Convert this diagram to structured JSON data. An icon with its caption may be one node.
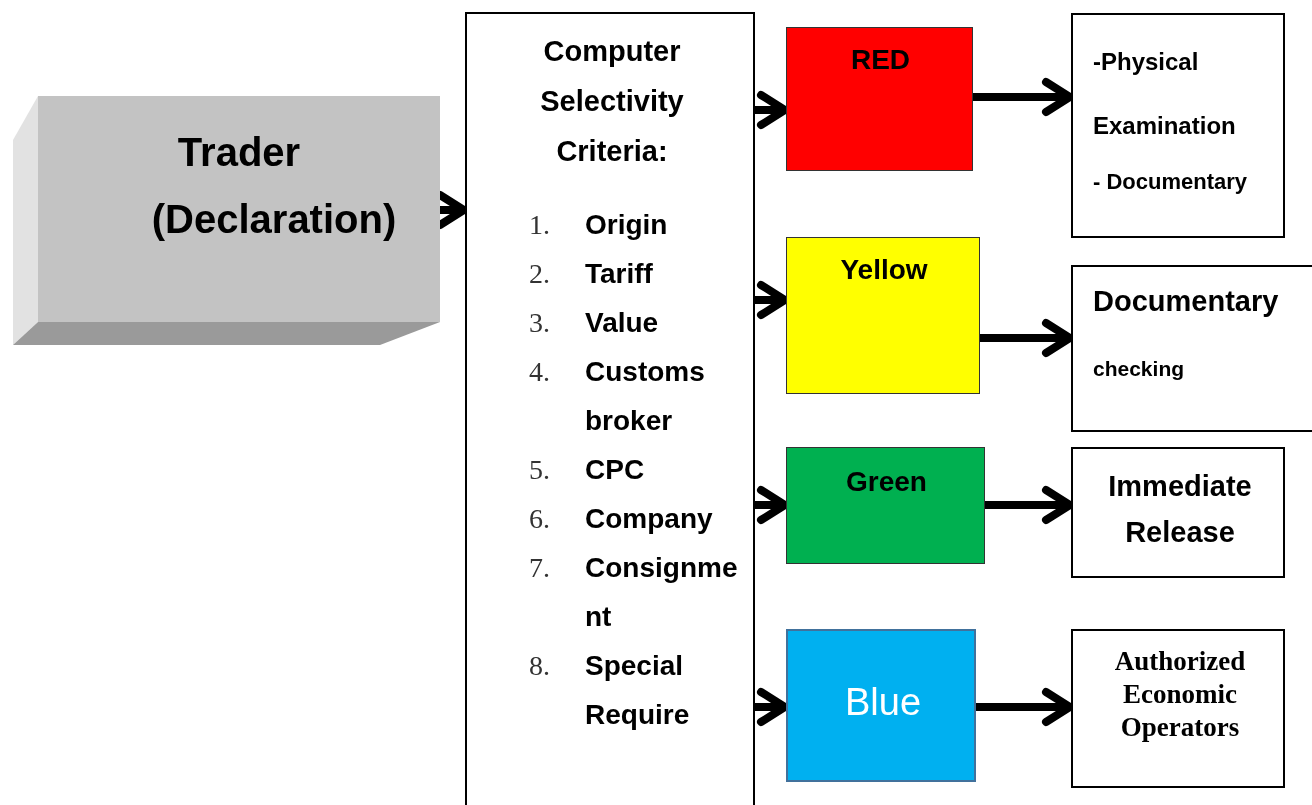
{
  "diagram": {
    "nodes": [
      {
        "text": [
          "Trader",
          "(Declaration)"
        ]
      },
      {
        "text": [
          "Computer Selectivity Criteria:",
          "1. Origin",
          "2. Tariff",
          "3. Value",
          "4. Customs broker",
          "5. CPC",
          "6. Company",
          "7. Consignment",
          "8. Special Require"
        ]
      },
      {
        "text": [
          "RED"
        ]
      },
      {
        "text": [
          "-Physical Examination",
          "- Documentary"
        ]
      },
      {
        "text": [
          "Yellow"
        ]
      },
      {
        "text": [
          "Documentary",
          "checking"
        ]
      },
      {
        "text": [
          "Green"
        ]
      },
      {
        "text": [
          "Immediate Release"
        ]
      },
      {
        "text": [
          "Blue"
        ]
      },
      {
        "text": [
          "Authorized Economic Operators"
        ]
      }
    ],
    "edges": [
      {
        "from": 0,
        "to": 1,
        "arrow": "to"
      },
      {
        "from": 1,
        "to": 2,
        "arrow": "to"
      },
      {
        "from": 2,
        "to": 3,
        "arrow": "to"
      },
      {
        "from": 1,
        "to": 4,
        "arrow": "to"
      },
      {
        "from": 4,
        "to": 5,
        "arrow": "to"
      },
      {
        "from": 1,
        "to": 6,
        "arrow": "to"
      },
      {
        "from": 6,
        "to": 7,
        "arrow": "to"
      },
      {
        "from": 1,
        "to": 8,
        "arrow": "to"
      },
      {
        "from": 8,
        "to": 9,
        "arrow": "to"
      }
    ]
  }
}
